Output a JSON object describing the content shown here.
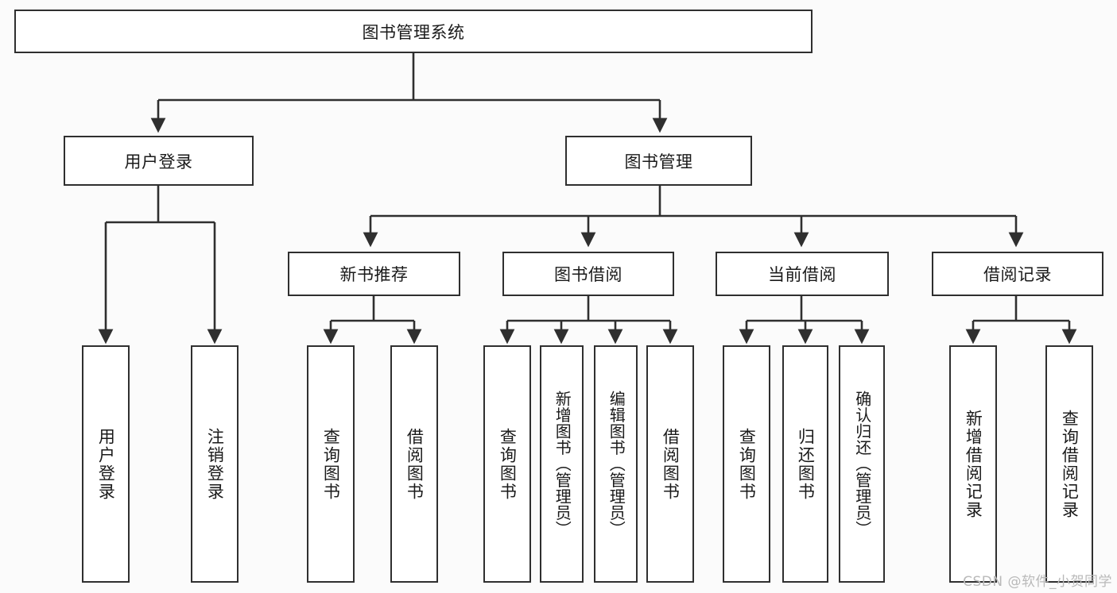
{
  "diagram": {
    "title": "图书管理系统",
    "watermark": "CSDN @软件_小贺同学",
    "colors": {
      "border": "#2f2f2f",
      "box_fill": "#ffffff",
      "page_background": "#fbfbfb",
      "connector": "#2f2f2f",
      "watermark_text": "#b9b9b9"
    },
    "root": {
      "label": "图书管理系统"
    },
    "level1": [
      {
        "label": "用户登录"
      },
      {
        "label": "图书管理"
      }
    ],
    "level2": [
      {
        "label": "新书推荐"
      },
      {
        "label": "图书借阅"
      },
      {
        "label": "当前借阅"
      },
      {
        "label": "借阅记录"
      }
    ],
    "leaves": {
      "user_login": [
        {
          "label": "用户登录"
        },
        {
          "label": "注销登录"
        }
      ],
      "new_book_recommend": [
        {
          "label": "查询图书"
        },
        {
          "label": "借阅图书"
        }
      ],
      "book_borrow": [
        {
          "label": "查询图书"
        },
        {
          "label": "新增图书（管理员）"
        },
        {
          "label": "编辑图书（管理员）"
        },
        {
          "label": "借阅图书"
        }
      ],
      "current_borrow": [
        {
          "label": "查询图书"
        },
        {
          "label": "归还图书"
        },
        {
          "label": "确认归还（管理员）"
        }
      ],
      "borrow_record": [
        {
          "label": "新增借阅记录"
        },
        {
          "label": "查询借阅记录"
        }
      ]
    }
  }
}
